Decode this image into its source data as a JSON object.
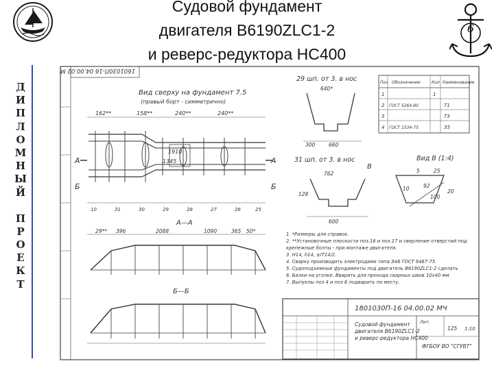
{
  "slide": {
    "title_lines": [
      "Судовой фундамент",
      "двигателя B6190ZLC1-2",
      "и реверс-редуктора HC400"
    ],
    "side_letters_1": [
      "Д",
      "И",
      "П",
      "Л",
      "О",
      "М",
      "Н",
      "Ы",
      "Й"
    ],
    "side_letters_2": [
      "П",
      "Р",
      "О",
      "Е",
      "К",
      "Т"
    ],
    "page_number": "6",
    "logo_icon": "ship-logo-icon",
    "anchor_icon": "anchor-icon",
    "accent_color": "#2b4fa8"
  },
  "drawing": {
    "corner_stamp": "1601030П-16 04.00.02 МЧ",
    "view_top_title": "Вид сверху на фундамент 7.5",
    "view_top_sub": "(правый борт - симметрично)",
    "section_aa": "А—А",
    "section_bb": "Б—Б",
    "label_a": "А",
    "label_b": "Б",
    "parts_title_1": "29 шп. от 3. в нос",
    "parts_title_2": "31 шп. от 3. в нос",
    "view_b_title": "Вид В (1:4)",
    "label_v": "В",
    "table_header_1": "Поз",
    "table_header_2": "Обозначение",
    "table_header_3": "Кол",
    "table_header_4": "Наименование",
    "table_rows": [
      [
        "1",
        "",
        "1",
        ""
      ],
      [
        "2",
        "ГОСТ 5264-80",
        "",
        "Т1"
      ],
      [
        "3",
        "",
        "",
        "Т3"
      ],
      [
        "4",
        "ГОСТ 1534-75",
        "",
        "35"
      ]
    ],
    "notes": [
      "1. *Размеры для справок.",
      "2. **Установочные плоскости поз.16 и поз.17 и сверление отверстий под",
      "   крепежные болты - при монтаже двигателя.",
      "3. Н14, h14, ±IT14/2.",
      "4. Сварку производить электродами типа Э46 ГОСТ 9467-75.",
      "5. Судоподъемные фундаменты под двигатель В6190ZLC1-2 сделать",
      "6. Балки на уголке. Вварить для прохода сварных швов 10x40 мм",
      "7. Выпуклы поз 4 и поз 6 подварить по месту."
    ],
    "stamp_number": "1801030П-16 04.00.02 МЧ",
    "stamp_name_1": "Судовой фундамент",
    "stamp_name_2": "двигателя B6190ZLC1-2",
    "stamp_name_3": "и реверс-редуктора HC400",
    "stamp_sheet": "Лит.",
    "stamp_mass": "125",
    "stamp_scale": "1:10",
    "stamp_org": "ФГБОУ ВО \"СГУВТ\"",
    "dim_top": [
      "162**",
      "158**",
      "240**",
      "240**"
    ],
    "dim_mid": [
      "1910",
      "1345"
    ],
    "dim_aa": [
      "29**",
      "396",
      "2088",
      "1090",
      "365",
      "50*"
    ],
    "frame_nums": [
      "10",
      "31",
      "30",
      "29",
      "28",
      "27",
      "26",
      "25"
    ],
    "part_dims": [
      "640*",
      "300",
      "660",
      "762",
      "600",
      "128",
      "25",
      "5",
      "92",
      "10",
      "20",
      "100"
    ]
  }
}
